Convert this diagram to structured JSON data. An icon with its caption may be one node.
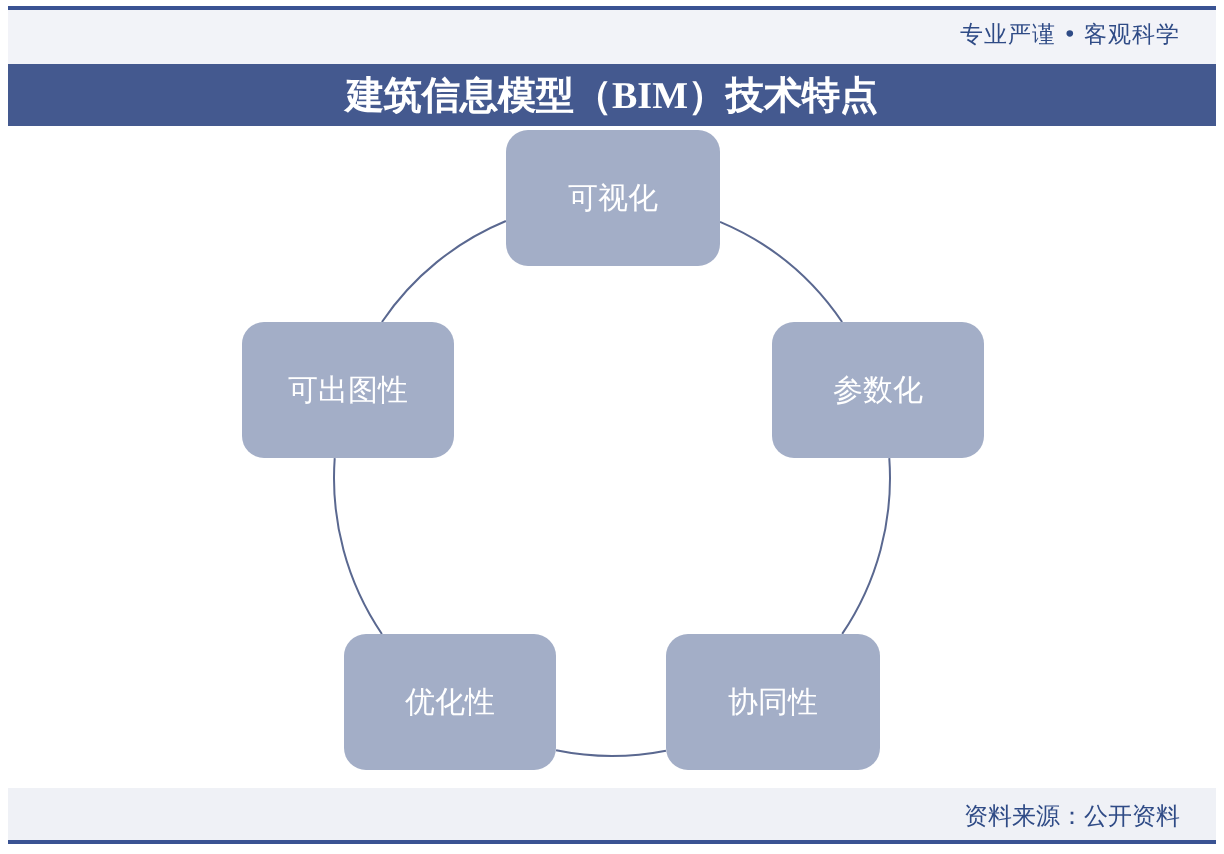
{
  "diagram": {
    "title": "建筑信息模型（BIM）技术特点",
    "nodes": [
      {
        "text": [
          "可视化"
        ]
      },
      {
        "text": [
          "可出图性"
        ]
      },
      {
        "text": [
          "参数化"
        ]
      },
      {
        "text": [
          "优化性"
        ]
      },
      {
        "text": [
          "协同性"
        ]
      }
    ],
    "edges": [
      {
        "from": 0,
        "to": 2,
        "arrow": "none"
      },
      {
        "from": 2,
        "to": 4,
        "arrow": "none"
      },
      {
        "from": 4,
        "to": 3,
        "arrow": "none"
      },
      {
        "from": 3,
        "to": 1,
        "arrow": "none"
      },
      {
        "from": 1,
        "to": 0,
        "arrow": "none"
      }
    ],
    "labels": [
      "专业严谨 • 客观科学",
      "资料来源：公开资料"
    ]
  }
}
